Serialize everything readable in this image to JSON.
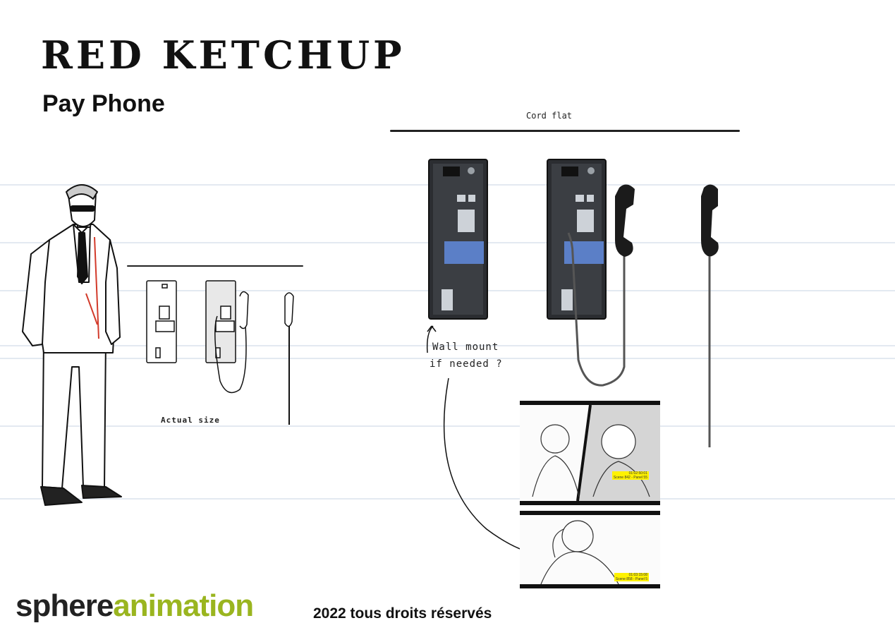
{
  "header": {
    "title": "RED KETCHUP",
    "subtitle": "Pay Phone"
  },
  "annotations": {
    "cord_flat": "Cord flat",
    "actual_size": "Actual size",
    "wall_mount_line1": "Wall mount",
    "wall_mount_line2": "if needed ?"
  },
  "storyboards": [
    {
      "timecode": "01:02:50:01",
      "scene": "Scene 842 - Panel 55"
    },
    {
      "timecode": "01:03:15:08",
      "scene": "Scene 858 - Panel 5"
    }
  ],
  "footer": {
    "logo_part1": "sphere",
    "logo_part2": "animation",
    "copyright": "2022 tous droits réservés"
  },
  "colors": {
    "brand_green": "#9ab51f",
    "phone_body": "#2b2d31",
    "phone_screen": "#5b7fc7",
    "tie_red": "#d23a2a"
  }
}
